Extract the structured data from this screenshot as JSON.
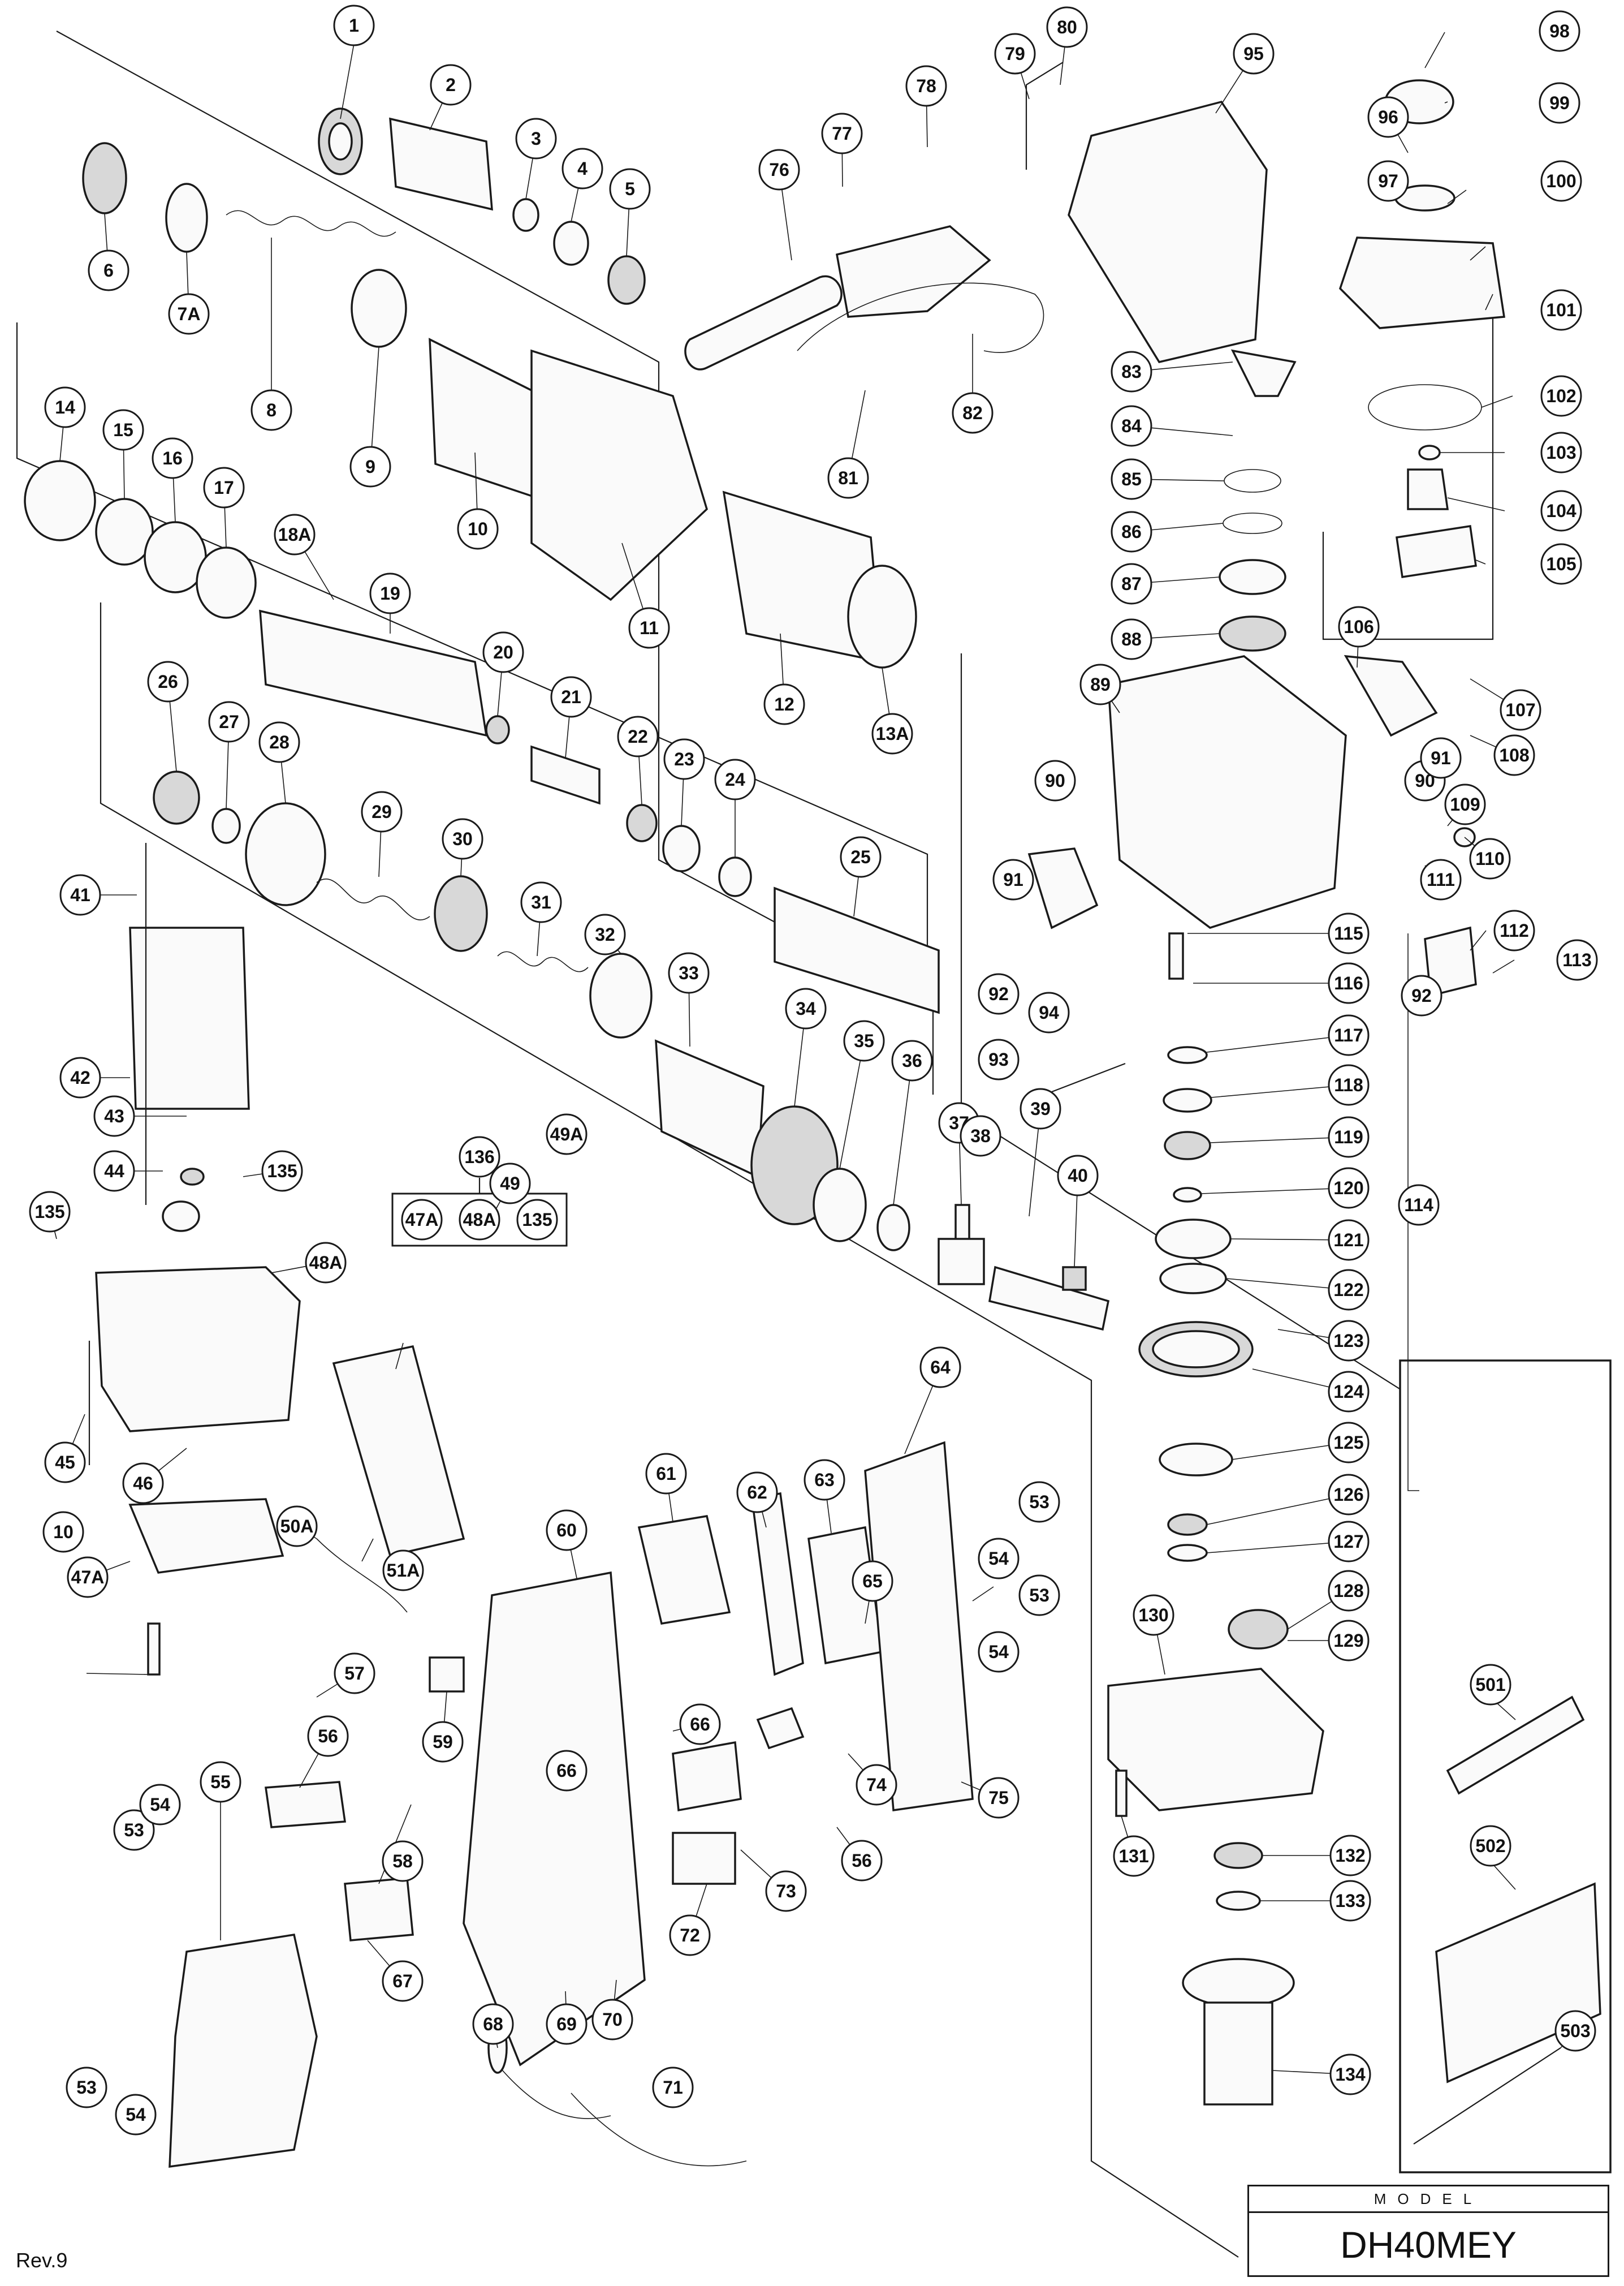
{
  "model_label": "MODEL",
  "model_name": "DH40MEY",
  "revision": "Rev.9",
  "kit": {
    "number": "136",
    "items": [
      "47A",
      "48A",
      "135"
    ]
  },
  "accessories": [
    "501",
    "502",
    "503"
  ],
  "parts": [
    {
      "no": "1"
    },
    {
      "no": "2"
    },
    {
      "no": "3"
    },
    {
      "no": "4"
    },
    {
      "no": "5"
    },
    {
      "no": "6"
    },
    {
      "no": "7A"
    },
    {
      "no": "8"
    },
    {
      "no": "9"
    },
    {
      "no": "10"
    },
    {
      "no": "11"
    },
    {
      "no": "12"
    },
    {
      "no": "13A"
    },
    {
      "no": "14"
    },
    {
      "no": "15"
    },
    {
      "no": "16"
    },
    {
      "no": "17"
    },
    {
      "no": "18A"
    },
    {
      "no": "19"
    },
    {
      "no": "20"
    },
    {
      "no": "21"
    },
    {
      "no": "22"
    },
    {
      "no": "23"
    },
    {
      "no": "24"
    },
    {
      "no": "25"
    },
    {
      "no": "26"
    },
    {
      "no": "27"
    },
    {
      "no": "28"
    },
    {
      "no": "29"
    },
    {
      "no": "30"
    },
    {
      "no": "31"
    },
    {
      "no": "32"
    },
    {
      "no": "33"
    },
    {
      "no": "34"
    },
    {
      "no": "35"
    },
    {
      "no": "36"
    },
    {
      "no": "37"
    },
    {
      "no": "38"
    },
    {
      "no": "39"
    },
    {
      "no": "40"
    },
    {
      "no": "41"
    },
    {
      "no": "42"
    },
    {
      "no": "43"
    },
    {
      "no": "44"
    },
    {
      "no": "45"
    },
    {
      "no": "46"
    },
    {
      "no": "47A"
    },
    {
      "no": "48A"
    },
    {
      "no": "49"
    },
    {
      "no": "49A"
    },
    {
      "no": "50A"
    },
    {
      "no": "51A"
    },
    {
      "no": "53"
    },
    {
      "no": "53"
    },
    {
      "no": "53"
    },
    {
      "no": "53"
    },
    {
      "no": "54"
    },
    {
      "no": "54"
    },
    {
      "no": "54"
    },
    {
      "no": "54"
    },
    {
      "no": "55"
    },
    {
      "no": "56"
    },
    {
      "no": "56"
    },
    {
      "no": "57"
    },
    {
      "no": "58"
    },
    {
      "no": "59"
    },
    {
      "no": "60"
    },
    {
      "no": "61"
    },
    {
      "no": "62"
    },
    {
      "no": "63"
    },
    {
      "no": "64"
    },
    {
      "no": "65"
    },
    {
      "no": "66"
    },
    {
      "no": "66"
    },
    {
      "no": "67"
    },
    {
      "no": "68"
    },
    {
      "no": "69"
    },
    {
      "no": "70"
    },
    {
      "no": "71"
    },
    {
      "no": "72"
    },
    {
      "no": "73"
    },
    {
      "no": "74"
    },
    {
      "no": "75"
    },
    {
      "no": "76"
    },
    {
      "no": "77"
    },
    {
      "no": "78"
    },
    {
      "no": "79"
    },
    {
      "no": "80"
    },
    {
      "no": "81"
    },
    {
      "no": "82"
    },
    {
      "no": "83"
    },
    {
      "no": "84"
    },
    {
      "no": "85"
    },
    {
      "no": "86"
    },
    {
      "no": "87"
    },
    {
      "no": "88"
    },
    {
      "no": "89"
    },
    {
      "no": "90"
    },
    {
      "no": "90"
    },
    {
      "no": "91"
    },
    {
      "no": "91"
    },
    {
      "no": "92"
    },
    {
      "no": "92"
    },
    {
      "no": "93"
    },
    {
      "no": "94"
    },
    {
      "no": "94"
    },
    {
      "no": "95"
    },
    {
      "no": "96"
    },
    {
      "no": "97"
    },
    {
      "no": "98"
    },
    {
      "no": "99"
    },
    {
      "no": "100"
    },
    {
      "no": "101"
    },
    {
      "no": "102"
    },
    {
      "no": "103"
    },
    {
      "no": "104"
    },
    {
      "no": "105"
    },
    {
      "no": "106"
    },
    {
      "no": "107"
    },
    {
      "no": "108"
    },
    {
      "no": "109"
    },
    {
      "no": "110"
    },
    {
      "no": "111"
    },
    {
      "no": "112"
    },
    {
      "no": "113"
    },
    {
      "no": "114"
    },
    {
      "no": "115"
    },
    {
      "no": "116"
    },
    {
      "no": "117"
    },
    {
      "no": "118"
    },
    {
      "no": "119"
    },
    {
      "no": "120"
    },
    {
      "no": "121"
    },
    {
      "no": "122"
    },
    {
      "no": "123"
    },
    {
      "no": "124"
    },
    {
      "no": "125"
    },
    {
      "no": "126"
    },
    {
      "no": "127"
    },
    {
      "no": "128"
    },
    {
      "no": "129"
    },
    {
      "no": "130"
    },
    {
      "no": "131"
    },
    {
      "no": "132"
    },
    {
      "no": "133"
    },
    {
      "no": "134"
    },
    {
      "no": "135"
    },
    {
      "no": "135"
    },
    {
      "no": "10"
    }
  ]
}
